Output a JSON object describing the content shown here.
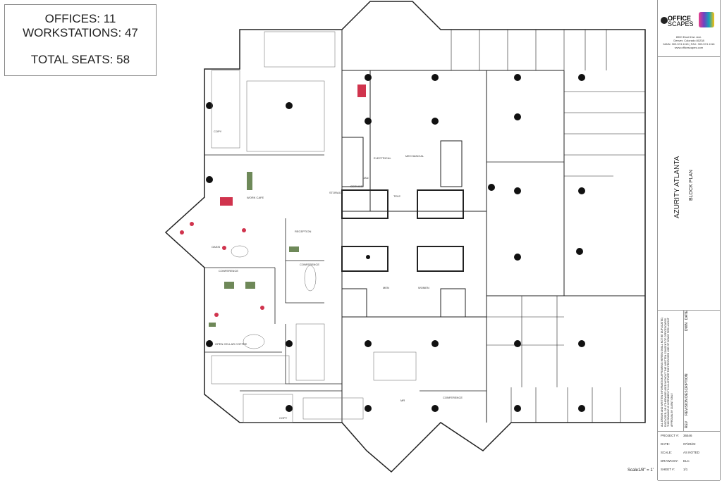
{
  "summary": {
    "offices": "OFFICES: 11",
    "workstations": "WORKSTATIONS: 47",
    "total": "TOTAL SEATS: 58"
  },
  "titleblock": {
    "logo_line1": "OFFICE",
    "logo_line2": "SCAPES",
    "address": [
      "8900 East 61st. Ave.",
      "Denver, Colorado 80238",
      "MAIN: 303.574.1115 | FAX: 303.574.1116",
      "www.officescapes.com"
    ],
    "project_title": "AZURITY ATLANTA",
    "sheet_title": "BLOCK PLAN",
    "disclaimer": "ALL DRAWN AND WRITTEN INFORMATION APPEARING HEREIN SHALL NOT BE DUPLICATED, DISCLOSED, OR OTHERWISE USED WITHOUT THE WRITTEN CONSENT OF OFFICESCAPES. THIS DRAWING IS INTENDED TO ILLUSTRATE THE PROPOSED USE OF SPACE FOR LAYOUT APPROVAL BY CLIENT ONLY.",
    "rev_header": "REV",
    "desc_header": "REVISION DESCRIPTION",
    "dwn_header": "DWN",
    "date_header": "DATE",
    "project_rows": [
      {
        "label": "PROJECT #:",
        "value": "36546"
      },
      {
        "label": "DATE:",
        "value": "07/20/22"
      },
      {
        "label": "SCALE:",
        "value": "AS NOTED"
      },
      {
        "label": "DRAWN BY:",
        "value": "ELC"
      },
      {
        "label": "SHEET #:",
        "value": "1/1"
      }
    ]
  },
  "scale_note": "Scale1/8\" = 1'",
  "rooms": {
    "work_cafe": "WORK CAFE",
    "oasis": "OASIS",
    "conference1": "CONFERENCE",
    "conference2": "CONFERENCE",
    "conference3": "CONFERENCE",
    "open_cellar": "OPEN CELLAR COFFEE",
    "copy1": "COPY",
    "copy2": "COPY",
    "reception": "RECEPTION",
    "electrical": "ELECTRICAL",
    "mechanical": "MECHANICAL",
    "service": "SERVICE",
    "jan": "JAN",
    "storage": "STORAGE",
    "tele": "TELE",
    "men": "MEN",
    "women": "WOMEN",
    "mr": "MR"
  }
}
